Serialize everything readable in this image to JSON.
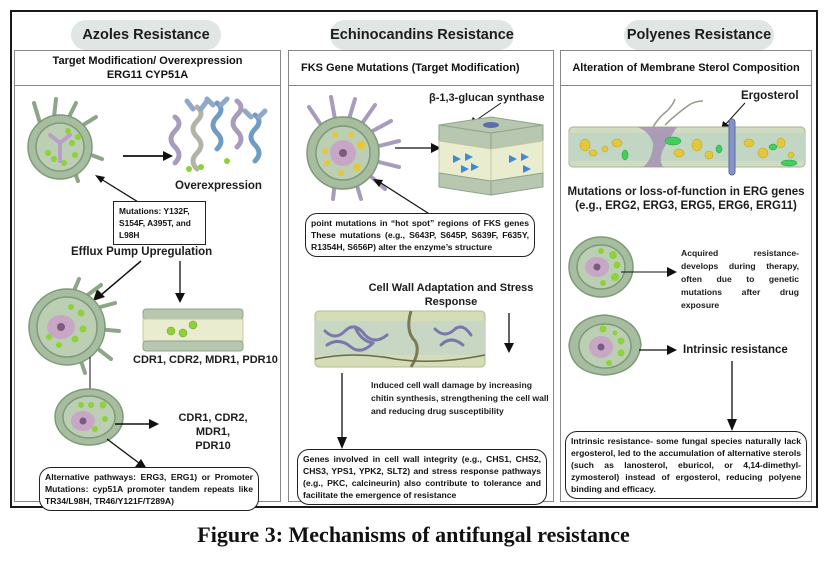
{
  "figure": {
    "caption": "Figure 3: Mechanisms of antifungal resistance"
  },
  "azoles": {
    "title": "Azoles Resistance",
    "header_line1": "Target Modification/ Overexpression",
    "header_line2": "ERG11 CYP51A",
    "overexpression_label": "Overexpression",
    "mutations_box": "Mutations: Y132F, S154F, A395T, and L98H",
    "efflux_label": "Efflux Pump Upregulation",
    "pump_genes_label_1": "CDR1, CDR2, MDR1, PDR10",
    "pump_genes_label_2_line1": "CDR1, CDR2, MDR1,",
    "pump_genes_label_2_line2": "PDR10",
    "alt_pathways_box": "Alternative pathways: ERG3, ERG1) or Promoter Mutations: cyp51A promoter tandem repeats like TR34/L98H, TR46/Y121F/T289A)"
  },
  "echinocandins": {
    "title": "Echinocandins Resistance",
    "header": "FKS Gene Mutations (Target Modification)",
    "glucan_label": "β-1,3-glucan synthase",
    "point_mutations_box": "point mutations in “hot spot” regions of FKS genes These mutations (e.g., S643P, S645P, S639F, F635Y, R1354H, S656P) alter the enzyme’s structure",
    "cell_wall_label_line1": "Cell Wall Adaptation and Stress",
    "cell_wall_label_line2": "Response",
    "chitin_text": "Induced cell wall damage by increasing chitin synthesis, strengthening the cell wall and reducing drug susceptibility",
    "genes_box": "Genes involved in cell wall integrity (e.g., CHS1, CHS2, CHS3, YPS1, YPK2, SLT2) and stress response pathways (e.g., PKC, calcineurin) also contribute to tolerance and facilitate the emergence of resistance"
  },
  "polyenes": {
    "title": "Polyenes Resistance",
    "header": "Alteration of Membrane Sterol Composition",
    "ergosterol_label": "Ergosterol",
    "erg_mutations_line1": "Mutations or loss-of-function in ERG genes",
    "erg_mutations_line2": "(e.g., ERG2, ERG3, ERG5, ERG6, ERG11)",
    "acquired_text": "Acquired resistance- develops during therapy, often due to genetic mutations after drug exposure",
    "intrinsic_label": "Intrinsic resistance",
    "intrinsic_box": "Intrinsic resistance- some fungal species naturally lack ergosterol, led to the accumulation of alternative sterols (such as lanosterol, eburicol, or 4,14-dimethyl-zymosterol) instead of ergosterol, reducing polyene binding and efficacy."
  },
  "colors": {
    "pill_bg": "#dfe6e3",
    "cell_green": "#9fb89a",
    "nucleus": "#c7a6c6",
    "vesicle_green": "#8fd13a",
    "vesicle_yellow": "#e5c83a",
    "membrane_fill": "#cfdcc1",
    "protein_purple": "#a99bbd",
    "protein_blue": "#6f9cc4"
  }
}
